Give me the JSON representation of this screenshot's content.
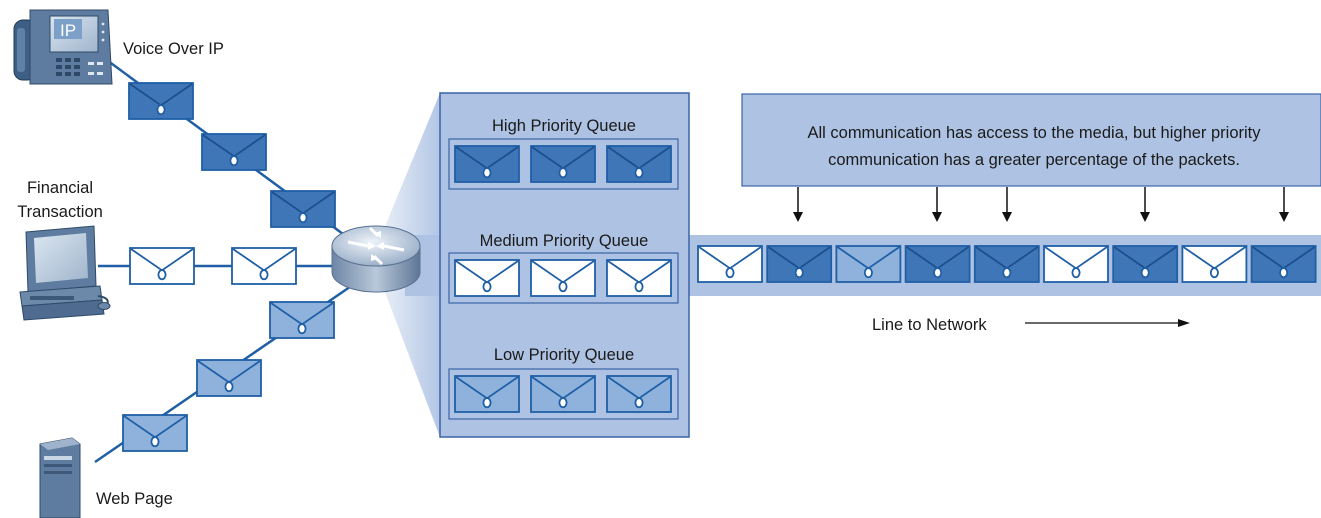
{
  "devices": {
    "voice_label": "Voice Over IP",
    "phone_screen_text": "IP",
    "financial_label_line1": "Financial",
    "financial_label_line2": "Transaction",
    "web_label": "Web Page"
  },
  "queues": {
    "high_label": "High Priority Queue",
    "medium_label": "Medium Priority Queue",
    "low_label": "Low Priority Queue"
  },
  "callout": {
    "line1": "All communication has access to the media, but higher priority",
    "line2": "communication has a greater percentage of the packets."
  },
  "line_label": "Line to Network",
  "packet_styles": {
    "voice": "dark",
    "financial": "light",
    "web": "medium"
  },
  "line_packets": [
    "light",
    "dark",
    "medium",
    "dark",
    "dark",
    "light",
    "dark",
    "light",
    "dark"
  ],
  "colors": {
    "dark_fill": "#3f76b8",
    "medium_fill": "#8eb2dc",
    "light_fill": "#ffffff",
    "stroke": "#1f5fa6",
    "panel_fill": "#aec3e3",
    "panel_stroke": "#3a63a5",
    "wire": "#1f5fa6"
  }
}
